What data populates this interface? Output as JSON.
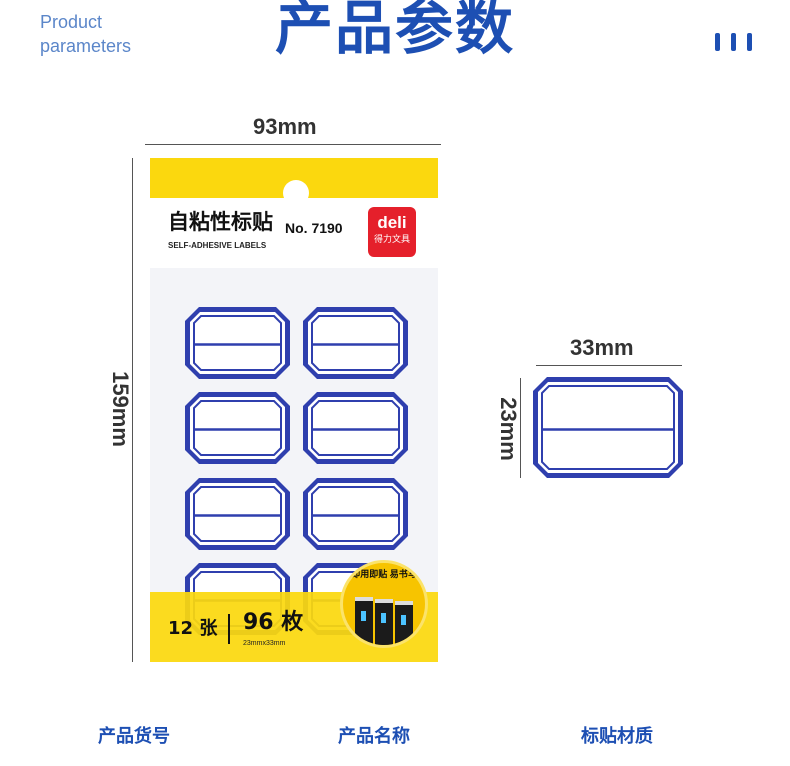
{
  "header": {
    "en_line1": "Product",
    "en_line2": "parameters",
    "title": "产品参数"
  },
  "dimensions": {
    "width": "93mm",
    "height": "159mm",
    "label_width": "33mm",
    "label_height": "23mm"
  },
  "package": {
    "name_cn": "自粘性标贴",
    "model": "No. 7190",
    "name_en": "SELF-ADHESIVE LABELS",
    "brand": "deli",
    "brand_cn": "得力文具",
    "sheets": "12 张",
    "count": "96 枚",
    "label_size": "23mmx33mm",
    "badge": "即用即贴  易书写"
  },
  "colors": {
    "accent": "#1d4fb3",
    "yellow": "#fbd80e",
    "label_border": "#2f3fae"
  },
  "footer": [
    "产品货号",
    "产品名称",
    "标贴材质"
  ]
}
